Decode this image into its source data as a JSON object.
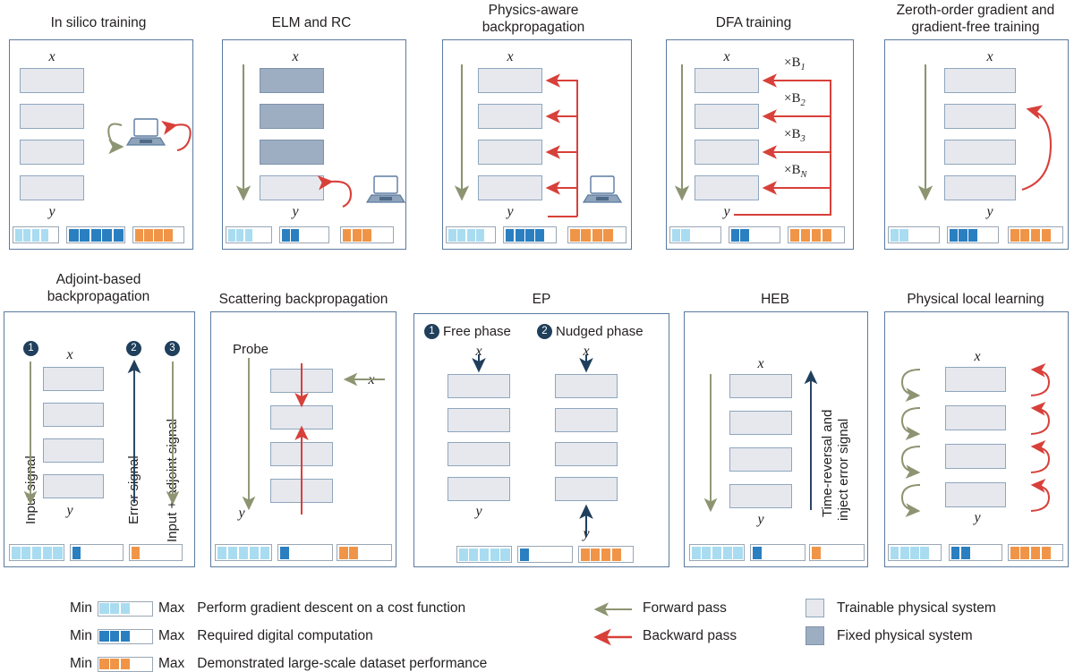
{
  "figure": {
    "symbols": {
      "x": "x",
      "y": "y"
    }
  },
  "colors": {
    "panel_border": "#5b7ba0",
    "layer_fill": "#e6e8ee",
    "layer_border": "#8fa6bd",
    "fixed_fill": "#9daec2",
    "forward": "#8c9471",
    "backward": "#d8403a",
    "signal_navy": "#1f3f5c",
    "light_blue": "#a9dcf0",
    "dark_blue": "#2a7fc1",
    "orange": "#f09548"
  },
  "panels": [
    {
      "id": "in-silico-training",
      "title": "In silico training",
      "title_lines": [
        "In silico training"
      ],
      "x_label": "x",
      "y_label": "y",
      "layers": [
        "trainable",
        "trainable",
        "trainable",
        "trainable"
      ],
      "bars": {
        "light_blue": 4,
        "dark_blue": 5,
        "orange": 4,
        "total": 5
      }
    },
    {
      "id": "elm-and-rc",
      "title": "ELM and RC",
      "title_lines": [
        "ELM and RC"
      ],
      "x_label": "x",
      "y_label": "y",
      "layers": [
        "fixed",
        "fixed",
        "fixed",
        "trainable"
      ],
      "bars": {
        "light_blue": 3,
        "dark_blue": 2,
        "orange": 3,
        "total": 5
      }
    },
    {
      "id": "physics-aware-backpropagation",
      "title": "Physics-aware backpropagation",
      "title_lines": [
        "Physics-aware",
        "backpropagation"
      ],
      "x_label": "x",
      "y_label": "y",
      "layers": [
        "trainable",
        "trainable",
        "trainable",
        "trainable"
      ],
      "bars": {
        "light_blue": 4,
        "dark_blue": 4,
        "orange": 4,
        "total": 5
      }
    },
    {
      "id": "dfa-training",
      "title": "DFA training",
      "title_lines": [
        "DFA training"
      ],
      "x_label": "x",
      "y_label": "y",
      "layers": [
        "trainable",
        "trainable",
        "trainable",
        "trainable"
      ],
      "feedback_labels": [
        "×B1",
        "×B2",
        "×B3",
        "×BN"
      ],
      "feedback_bases": [
        "×B",
        "×B",
        "×B",
        "×B"
      ],
      "feedback_subs": [
        "1",
        "2",
        "3",
        "N"
      ],
      "bars": {
        "light_blue": 2,
        "dark_blue": 2,
        "orange": 4,
        "total": 5
      }
    },
    {
      "id": "zeroth-order-gradient-and-gradient-free-training",
      "title": "Zeroth-order gradient and gradient-free training",
      "title_lines": [
        "Zeroth-order gradient and",
        "gradient-free training"
      ],
      "x_label": "x",
      "y_label": "y",
      "layers": [
        "trainable",
        "trainable",
        "trainable",
        "trainable"
      ],
      "bars": {
        "light_blue": 2,
        "dark_blue": 3,
        "orange": 4,
        "total": 5
      }
    },
    {
      "id": "adjoint-based-backpropagation",
      "title": "Adjoint-based backpropagation",
      "title_lines": [
        "Adjoint-based",
        "backpropagation"
      ],
      "x_label": "x",
      "y_label": "y",
      "steps": [
        "1",
        "2",
        "3"
      ],
      "step_labels": [
        "Input signal",
        "Error signal",
        "Input + adjoint signal"
      ],
      "layers": [
        "trainable",
        "trainable",
        "trainable",
        "trainable"
      ],
      "bars": {
        "light_blue": 5,
        "dark_blue": 1,
        "orange": 1,
        "total": 5
      }
    },
    {
      "id": "scattering-backpropagation",
      "title": "Scattering backpropagation",
      "title_lines": [
        "Scattering backpropagation"
      ],
      "x_label": "x",
      "y_label": "y",
      "probe_label": "Probe",
      "layers": [
        "trainable",
        "trainable",
        "trainable",
        "trainable"
      ],
      "bars": {
        "light_blue": 5,
        "dark_blue": 1,
        "orange": 2,
        "total": 5
      }
    },
    {
      "id": "ep",
      "title": "EP",
      "title_lines": [
        "EP"
      ],
      "x_label": "x",
      "y_label": "y",
      "phases": [
        {
          "num": "1",
          "label": "Free phase"
        },
        {
          "num": "2",
          "label": "Nudged phase"
        }
      ],
      "layers": [
        "trainable",
        "trainable",
        "trainable",
        "trainable"
      ],
      "bars": {
        "light_blue": 5,
        "dark_blue": 1,
        "orange": 4,
        "total": 5
      }
    },
    {
      "id": "heb",
      "title": "HEB",
      "title_lines": [
        "HEB"
      ],
      "x_label": "x",
      "y_label": "y",
      "side_label_lines": [
        "Time-reversal and",
        "inject error signal"
      ],
      "layers": [
        "trainable",
        "trainable",
        "trainable",
        "trainable"
      ],
      "bars": {
        "light_blue": 5,
        "dark_blue": 1,
        "orange": 1,
        "total": 5
      }
    },
    {
      "id": "physical-local-learning",
      "title": "Physical local learning",
      "title_lines": [
        "Physical local learning"
      ],
      "x_label": "x",
      "y_label": "y",
      "layers": [
        "trainable",
        "trainable",
        "trainable",
        "trainable"
      ],
      "bars": {
        "light_blue": 4,
        "dark_blue": 2,
        "orange": 4,
        "total": 5
      }
    }
  ],
  "legend": {
    "min_label": "Min",
    "max_label": "Max",
    "scales": [
      {
        "key": "light_blue",
        "filled": 3,
        "total": 5,
        "text": "Perform gradient descent on a cost function"
      },
      {
        "key": "dark_blue",
        "filled": 3,
        "total": 5,
        "text": "Required digital computation"
      },
      {
        "key": "orange",
        "filled": 3,
        "total": 5,
        "text": "Demonstrated large-scale dataset performance"
      }
    ],
    "arrows": [
      {
        "key": "forward",
        "text": "Forward pass"
      },
      {
        "key": "backward",
        "text": "Backward pass"
      }
    ],
    "systems": [
      {
        "key": "trainable",
        "text": "Trainable physical system"
      },
      {
        "key": "fixed",
        "text": "Fixed physical system"
      }
    ]
  }
}
